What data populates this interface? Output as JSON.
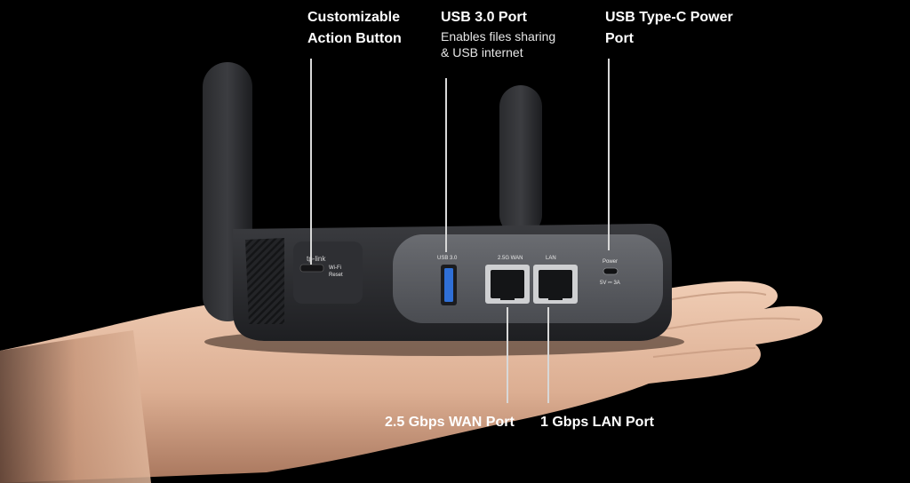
{
  "callouts": {
    "action_button": {
      "title_line1": "Customizable",
      "title_line2": "Action Button"
    },
    "usb30": {
      "title": "USB 3.0 Port",
      "desc_line1": "Enables files sharing",
      "desc_line2": "& USB internet"
    },
    "usbc": {
      "title_line1": "USB Type-C Power",
      "title_line2": "Port"
    },
    "wan": {
      "title": "2.5 Gbps WAN Port"
    },
    "lan": {
      "title": "1 Gbps LAN Port"
    }
  },
  "device_labels": {
    "usb": "USB 3.0",
    "wan": "2.5G WAN",
    "lan": "LAN",
    "power": "Power",
    "power_rating": "5V ⎓ 3A",
    "brand": "tp-link",
    "switch_a": "Wi-Fi",
    "switch_b": "Reset"
  },
  "colors": {
    "background": "#000000",
    "usb_port_blue": "#2f6fd6",
    "device_body": "#2b2c2f",
    "port_panel": "#5a5c61",
    "skin": "#e2b9a0"
  }
}
